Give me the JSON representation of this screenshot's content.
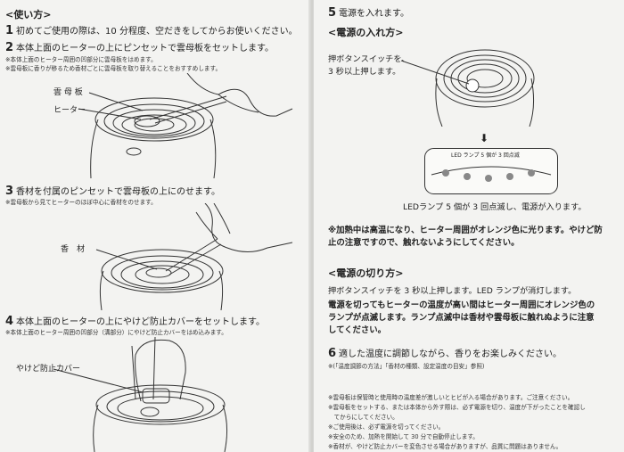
{
  "left": {
    "heading": "<使い方>",
    "step1": {
      "num": "1",
      "text": "初めてご使用の際は、10 分程度、空だきをしてからお使いください。"
    },
    "step2": {
      "num": "2",
      "text": "本体上面のヒーターの上にピンセットで雲母板をセットします。",
      "notes": [
        "※本体上面のヒーター周囲の凹部分に雲母板をはめます。",
        "※雲母板に香りが移るため香材ごとに雲母板を取り替えることをおすすめします。"
      ],
      "labels": [
        "雲 母 板",
        "ヒーター"
      ]
    },
    "step3": {
      "num": "3",
      "text": "香材を付属のピンセットで雲母板の上にのせます。",
      "note": "※雲母板から見てヒーターのほぼ中心に香材をのせます。",
      "label": "香　材"
    },
    "step4": {
      "num": "4",
      "text": "本体上面のヒーターの上にやけど防止カバーをセットします。",
      "note": "※本体上面のヒーター周囲の凹部分（溝部分）にやけど防止カバーをはめ込みます。",
      "label": "やけど防止カバー"
    }
  },
  "right": {
    "step5": {
      "num": "5",
      "text": "電源を入れます。"
    },
    "power_on": {
      "heading": "<電源の入れ方>",
      "callout_line1": "押ボタンスイッチを、",
      "callout_line2": "3 秒以上押します。",
      "led_panel_title": "LED ランプ 5 個が 3 回点滅",
      "caption": "LEDランプ 5 個が 3 回点滅し、電源が入ります。"
    },
    "warning": {
      "line1": "※加熱中は高温になり、ヒーター周囲がオレンジ色に光ります。やけど防",
      "line2": "止の注意ですので、触れないようにしてください。"
    },
    "power_off": {
      "heading": "<電源の切り方>",
      "line1": "押ボタンスイッチを 3 秒以上押します。LED ランプが消灯します。",
      "bold1": "電源を切ってもヒーターの温度が高い間はヒーター周囲にオレンジ色の",
      "bold2": "ランプが点滅します。ランプ点滅中は香材や雲母板に触れぬように注意",
      "bold3": "してください。"
    },
    "step6": {
      "num": "6",
      "text": "適した温度に調節しながら、香りをお楽しみください。",
      "note": "※(「温度調節の方法」「香材の種類、設定温度の目安」参照)"
    },
    "footnotes": [
      "※雲母板は保管時と使用時の温度差が激しいとヒビが入る場合があります。ご注意ください。",
      "※雲母板をセットする、または本体から外す際は、必ず電源を切り、温度が下がったことを確認し",
      "　てからにしてください。",
      "※ご使用後は、必ず電源を切ってください。",
      "※安全のため、加熱を開始して 30 分で自動停止します。",
      "※香材が、やけど防止カバーを変色させる場合がありますが、品質に問題はありません。"
    ]
  }
}
